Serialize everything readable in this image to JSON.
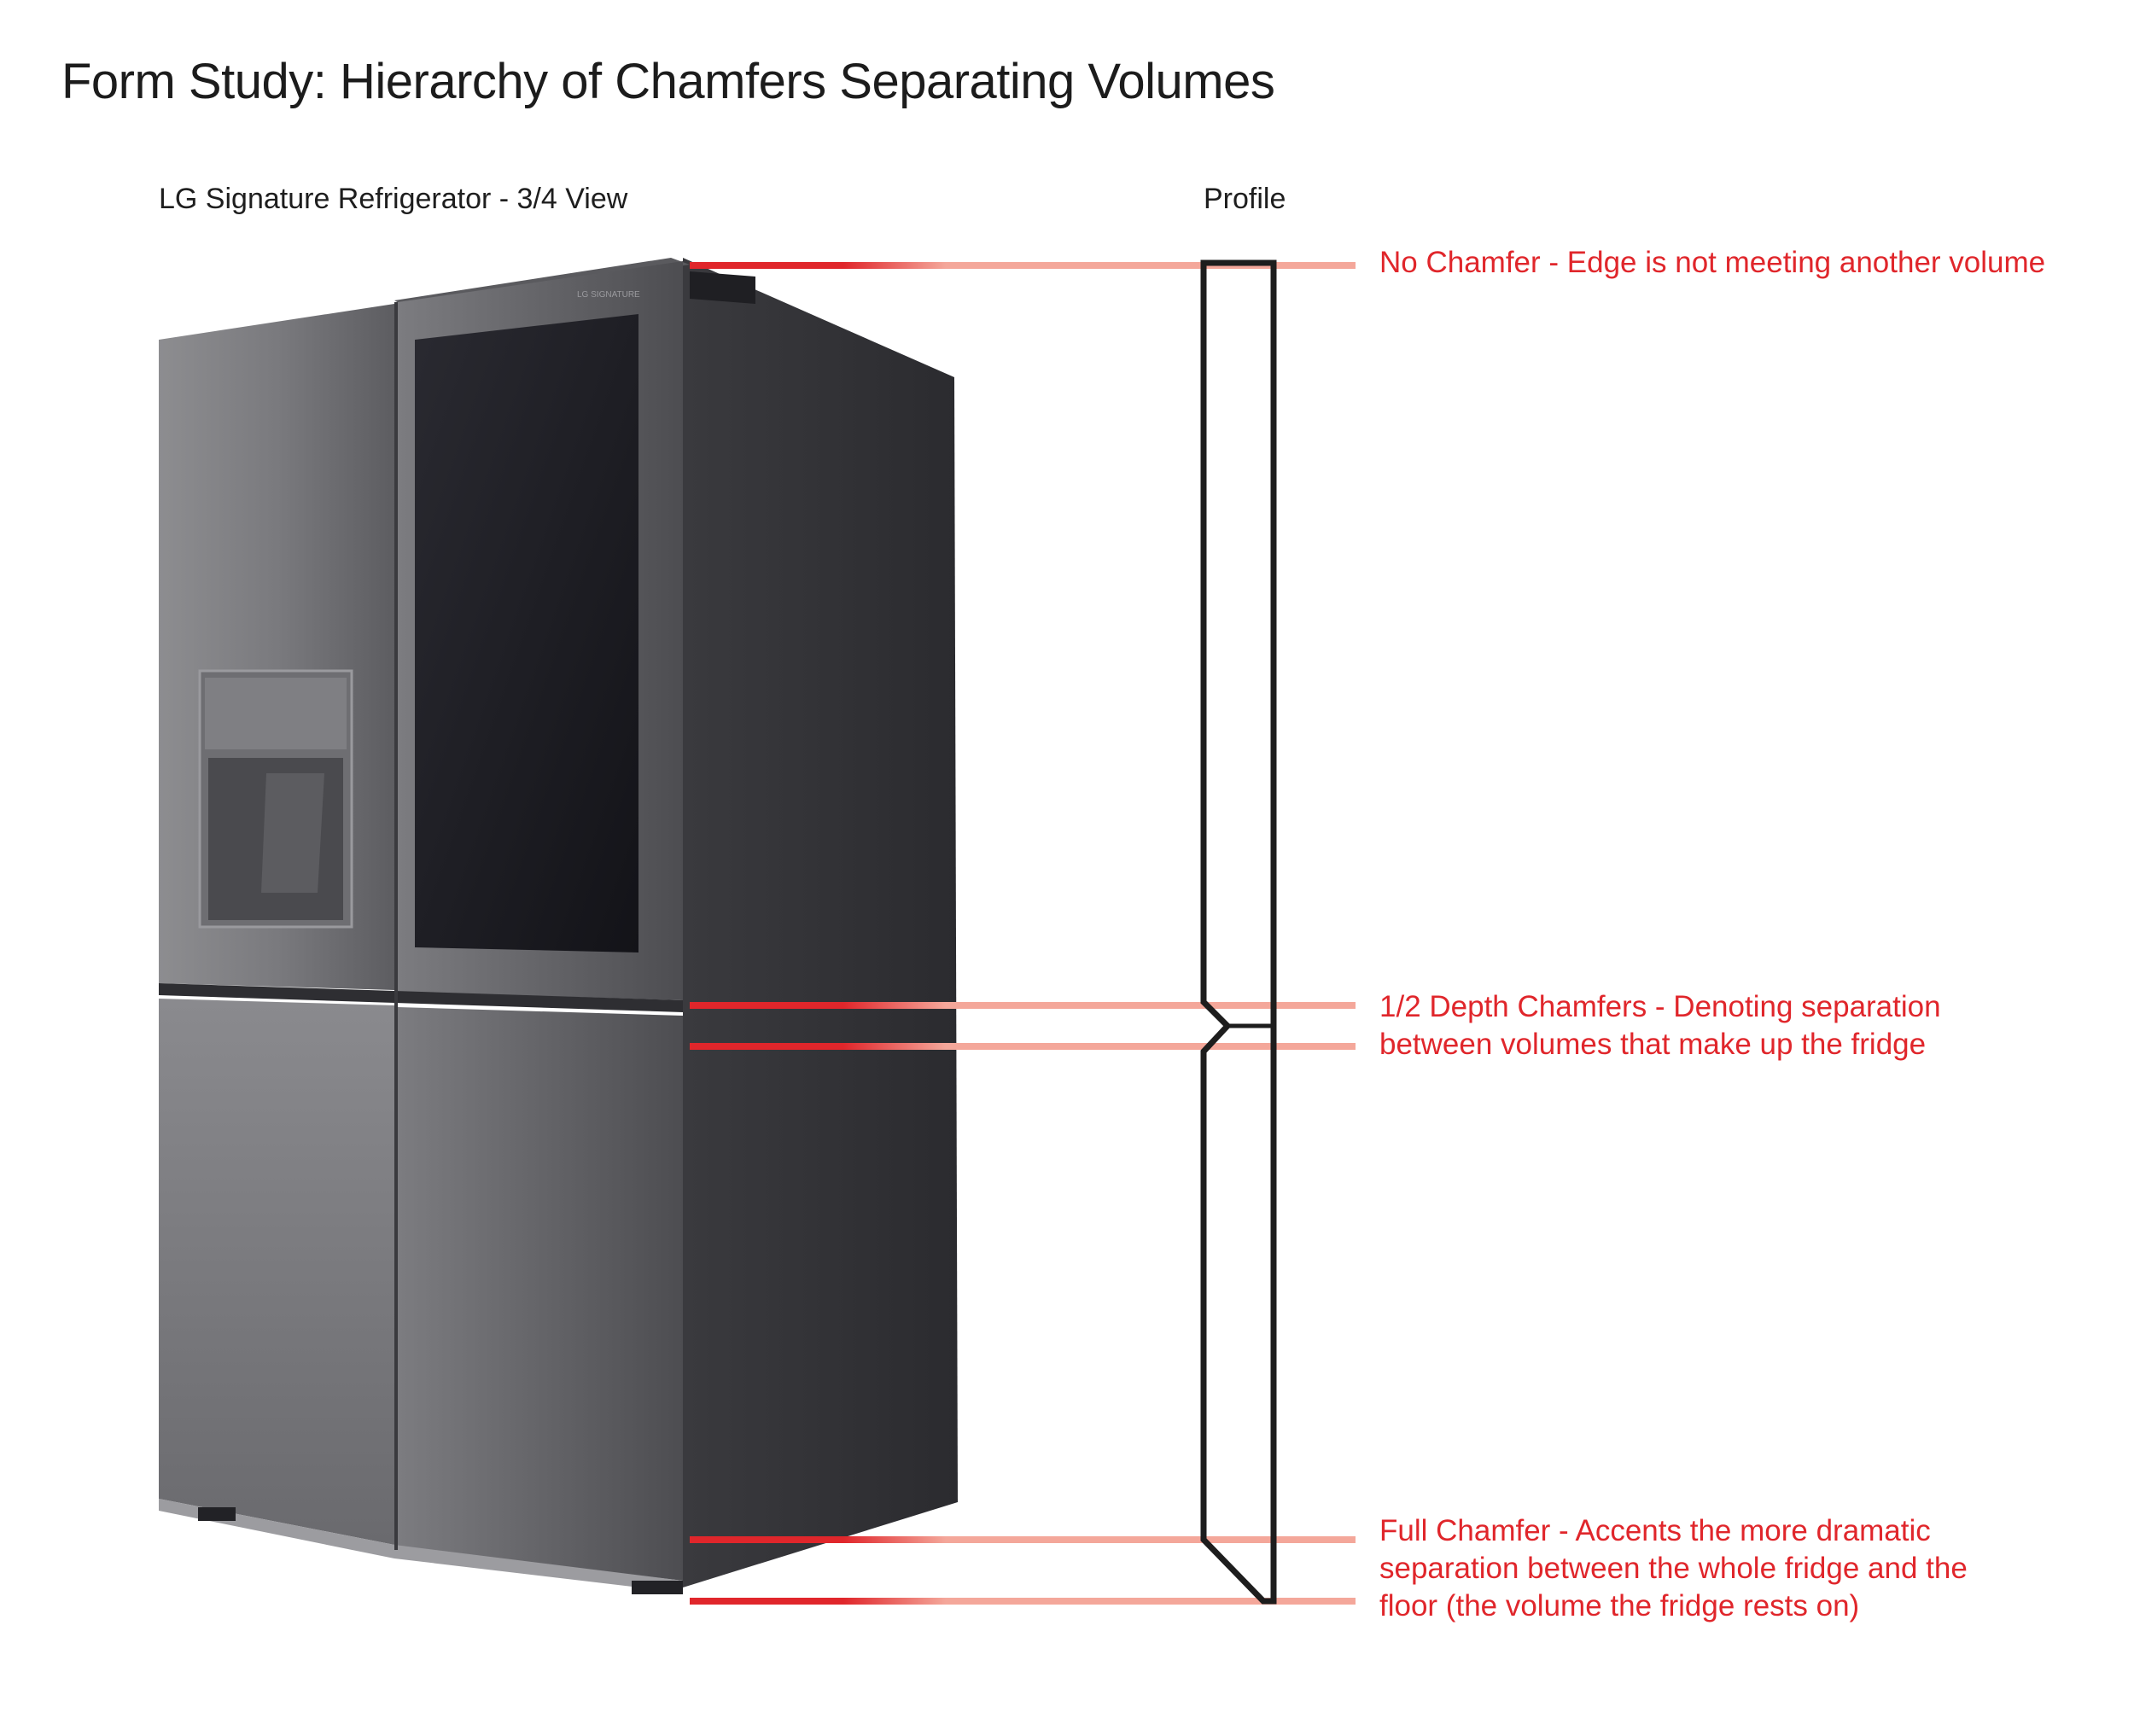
{
  "title": "Form Study: Hierarchy of Chamfers Separating Volumes",
  "view_label": "LG Signature Refrigerator - 3/4 View",
  "profile_label": "Profile",
  "annotations": [
    {
      "lines": [
        "No Chamfer - Edge is not meeting another volume"
      ]
    },
    {
      "lines": [
        "1/2 Depth Chamfers  - Denoting separation",
        "between volumes that make up the fridge"
      ]
    },
    {
      "lines": [
        "Full Chamfer  - Accents the more dramatic",
        "separation between the whole fridge and the",
        "floor (the volume the fridge rests on)"
      ]
    }
  ],
  "badge_text": "LG SIGNATURE",
  "colors": {
    "accent_red": "#e0262b",
    "light_red": "#f4a79a",
    "profile_stroke": "#1d1d1d"
  }
}
